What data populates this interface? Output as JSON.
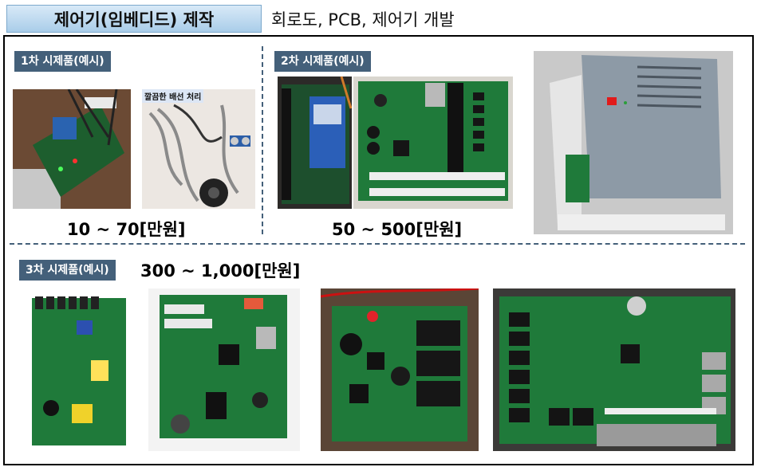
{
  "header": {
    "title": "제어기(임베디드) 제작",
    "subtitle": "회로도, PCB, 제어기 개발"
  },
  "section1": {
    "label": "1차 시제품(예시)",
    "price": "10 ~ 70[만원]",
    "photo_tag": "깔끔한 배선 처리"
  },
  "section2": {
    "label": "2차 시제품(예시)",
    "price": "50 ~ 500[만원]"
  },
  "section3": {
    "label": "3차 시제품(예시)",
    "price": "300 ~ 1,000[만원]"
  },
  "colors": {
    "label_bg": "#44607a",
    "title_tab": "#a9cde9",
    "pcb_green": "#1f7a3a"
  }
}
